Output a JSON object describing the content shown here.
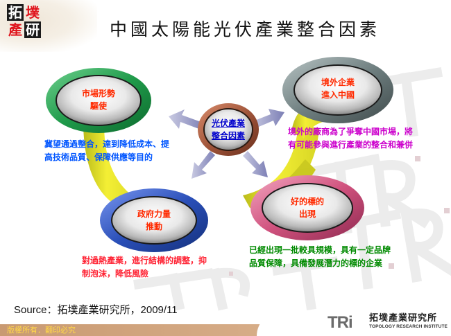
{
  "header": {
    "logo_chars": [
      "拓",
      "墣",
      "產",
      "研"
    ],
    "title": "中國太陽能光伏產業整合因素"
  },
  "diagram": {
    "center": {
      "line1": "光伏產業",
      "line2": "整合因素",
      "ring_color": "#a0553a",
      "text_color": "#0000cc"
    },
    "nodes": [
      {
        "id": "market",
        "line1": "市場形勢",
        "line2": "驅使",
        "ring_color": "#1f9a4a",
        "description": [
          "冀望通過整合，達到降低成本、提",
          "高技術品質、保障供應等目的"
        ],
        "description_color": "#0055ff"
      },
      {
        "id": "foreign",
        "line1": "境外企業",
        "line2": "進入中國",
        "ring_color": "#6f7f80",
        "description": [
          "境外的廠商為了爭奪中國市場，將",
          "有可能參與進行產業的整合和兼併"
        ],
        "description_color": "#cc00cc"
      },
      {
        "id": "government",
        "line1": "政府力量",
        "line2": "推動",
        "ring_color": "#2a4fb8",
        "description": [
          "對過熱產業，進行結構的調整，抑",
          "制泡沫，降低風險"
        ],
        "description_color": "#ff2233"
      },
      {
        "id": "targets",
        "line1": "好的標的",
        "line2": "出現",
        "ring_color": "#d0527e",
        "description": [
          "已經出現一批較具規模，具有一定品牌",
          "品質保障，具備發展潛力的標的企業"
        ],
        "description_color": "#008a00"
      }
    ],
    "node_label_color": "#ff2a00",
    "arrow_color": "#8c8fc0",
    "swoosh_color": "#e6e01a"
  },
  "source": "Source：拓墣產業研究所，2009/11",
  "footer": {
    "copyright": "版權所有．翻印必究",
    "brand_mark": "TRi",
    "brand_cn": "拓墣產業研究所",
    "brand_en": "TOPOLOGY RESEARCH INSTITUTE"
  }
}
